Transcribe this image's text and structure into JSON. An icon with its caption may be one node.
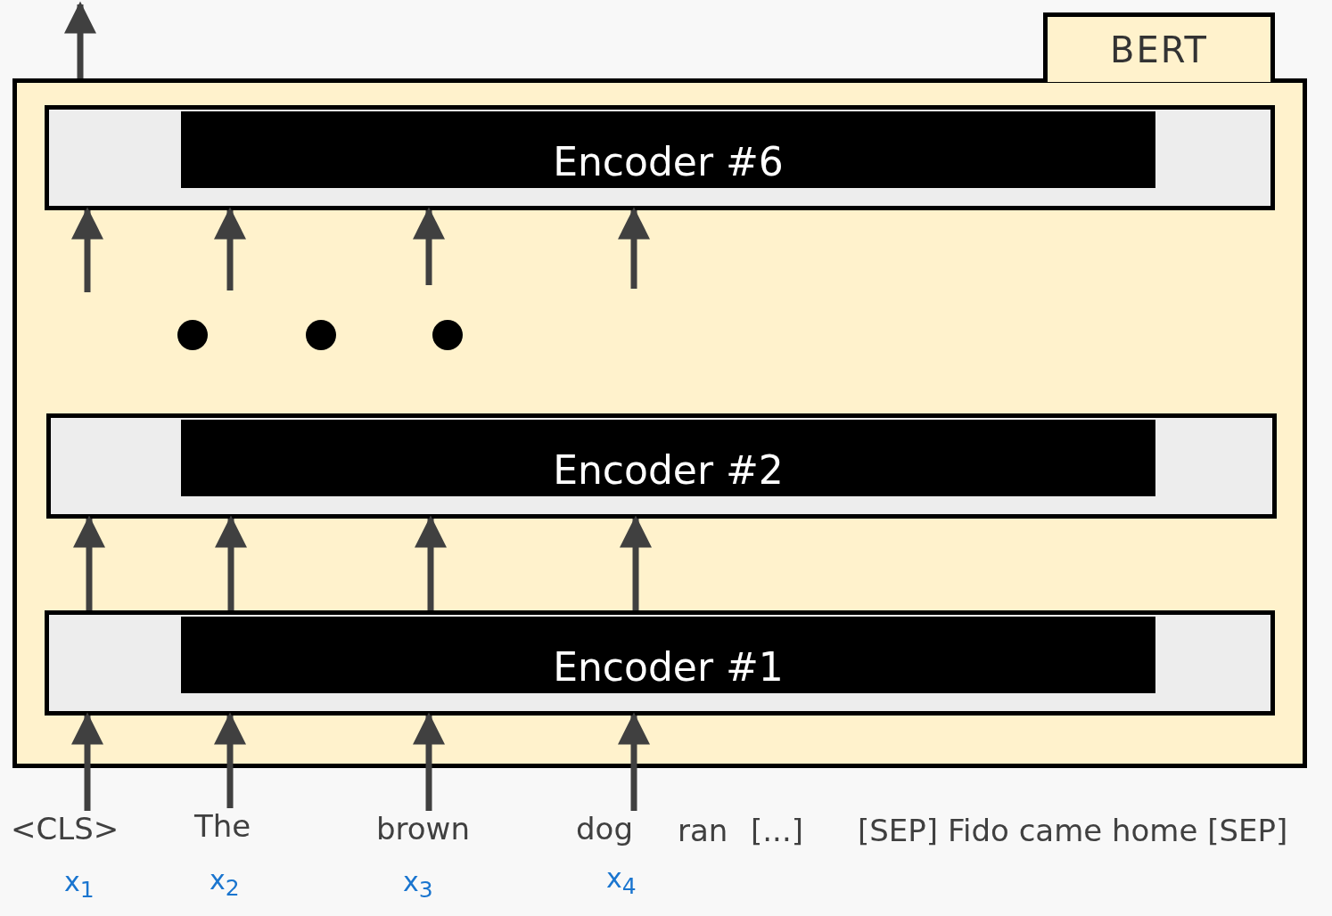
{
  "diagram": {
    "nodes": [
      {
        "text": [
          "BERT"
        ]
      },
      {
        "text": [
          "Encoder #6"
        ],
        "in": 0
      },
      {
        "text": [
          "Encoder #2"
        ],
        "in": 0
      },
      {
        "text": [
          "Encoder #1"
        ],
        "in": 0
      },
      {
        "text": [
          "<CLS>"
        ],
        "beside": [
          "x$_{1}$"
        ]
      },
      {
        "text": [
          "The"
        ],
        "beside": [
          "x$_{2}$"
        ]
      },
      {
        "text": [
          "brown"
        ],
        "beside": [
          "x$_{3}$"
        ]
      },
      {
        "text": [
          "dog"
        ],
        "beside": [
          "x$_{4}$"
        ]
      }
    ],
    "edges": [
      {
        "from": 0,
        "to": null,
        "arrow": "to"
      },
      {
        "from": null,
        "to": 1,
        "arrow": "to"
      },
      {
        "from": null,
        "to": 1,
        "arrow": "to"
      },
      {
        "from": null,
        "to": 1,
        "arrow": "to"
      },
      {
        "from": null,
        "to": 1,
        "arrow": "to"
      },
      {
        "from": 3,
        "to": 2,
        "arrow": "to"
      },
      {
        "from": 3,
        "to": 2,
        "arrow": "to"
      },
      {
        "from": 3,
        "to": 2,
        "arrow": "to"
      },
      {
        "from": 3,
        "to": 2,
        "arrow": "to"
      },
      {
        "from": 4,
        "to": 3,
        "arrow": "to"
      },
      {
        "from": 5,
        "to": 3,
        "arrow": "to"
      },
      {
        "from": 6,
        "to": 3,
        "arrow": "to"
      },
      {
        "from": 7,
        "to": 3,
        "arrow": "to"
      }
    ],
    "labels": [
      "ran",
      "[...]",
      "[SEP] Fido came home [SEP]"
    ]
  }
}
